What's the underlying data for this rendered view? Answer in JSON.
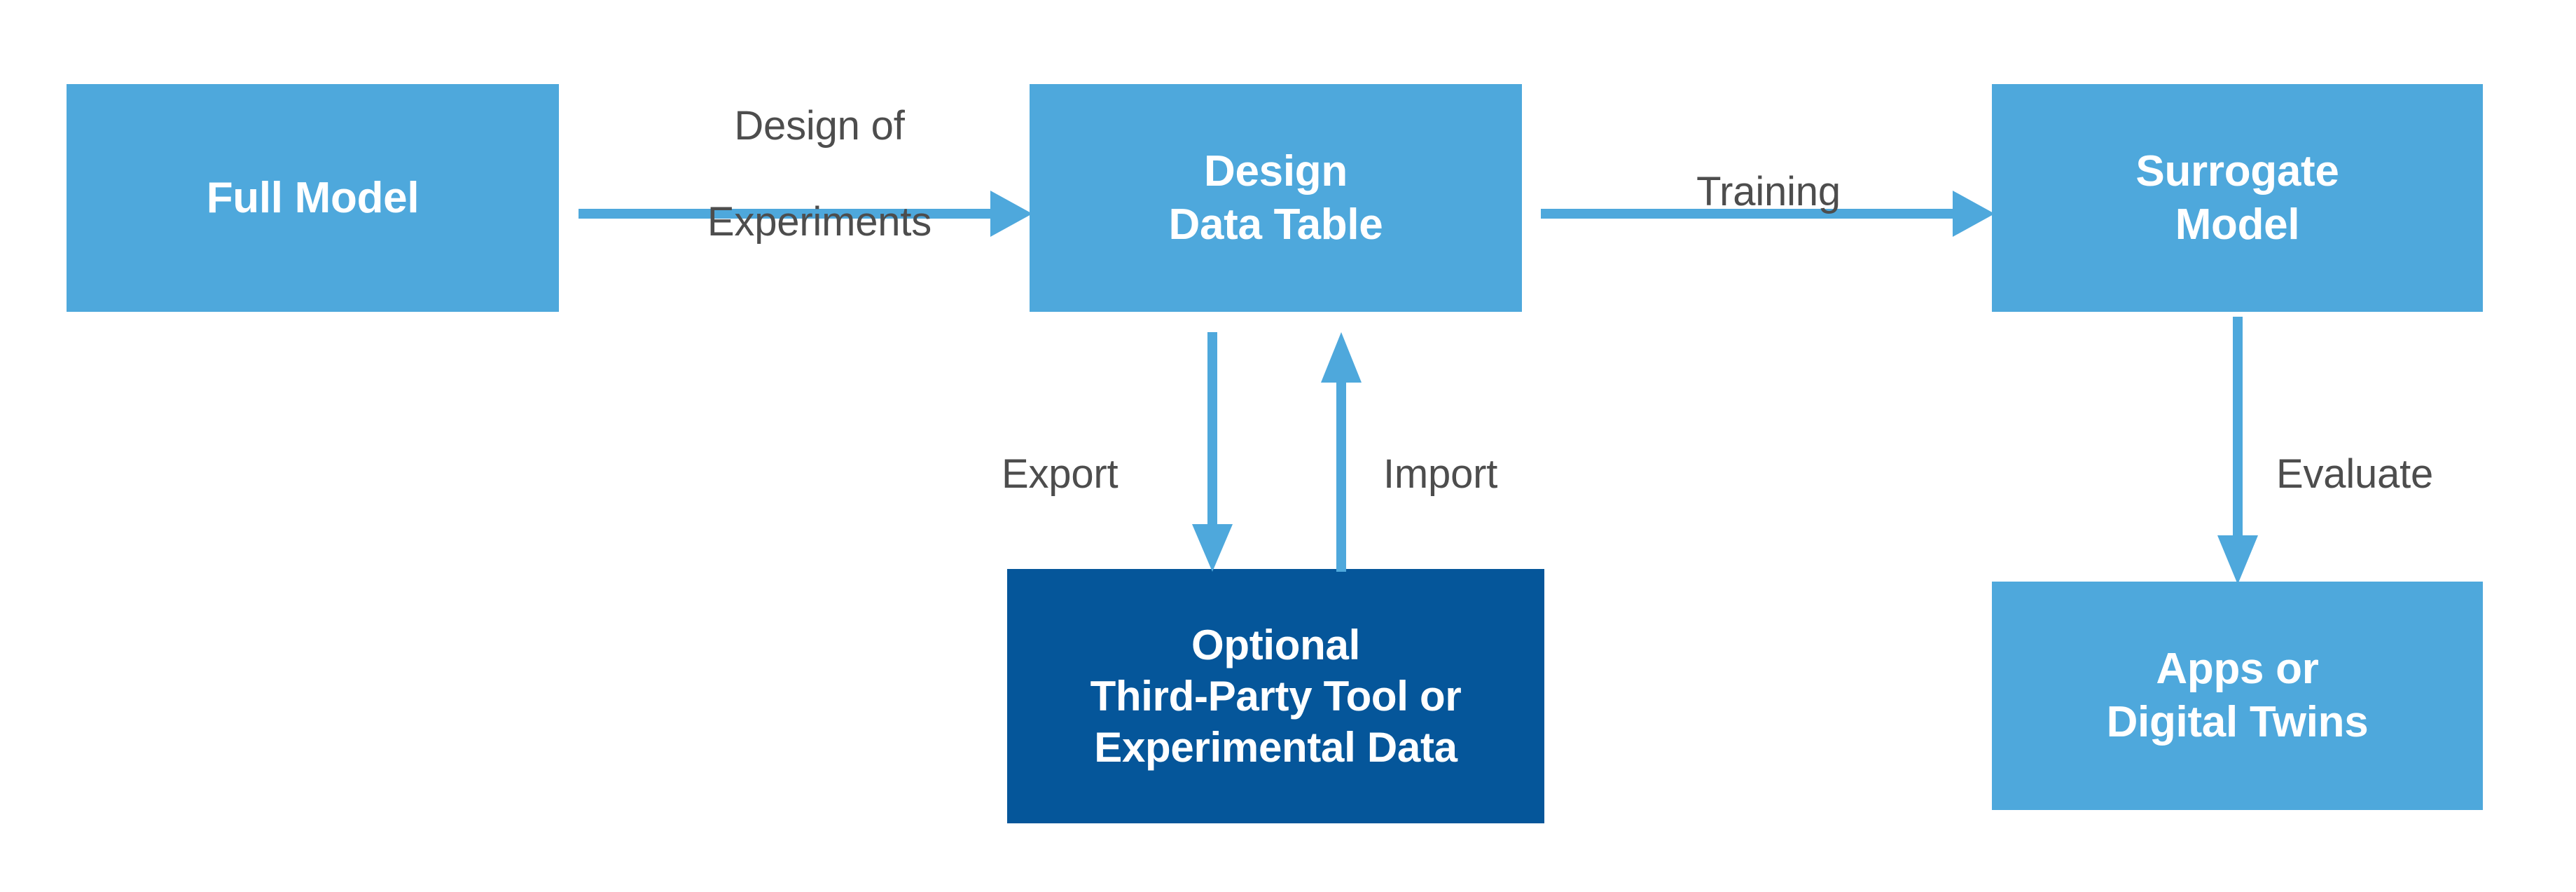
{
  "diagram": {
    "title": "Surrogate Model Workflow",
    "colors": {
      "node_light": "#4ea8dc",
      "node_dark": "#05569a",
      "arrow": "#4ea8dc",
      "label_text": "#4d4d4d",
      "node_text": "#ffffff",
      "background": "#ffffff"
    },
    "nodes": [
      {
        "id": "full-model",
        "label": "Full Model",
        "line1": "Full Model",
        "line2": "",
        "line3": "",
        "style": "light"
      },
      {
        "id": "design-table",
        "label": "Design Data Table",
        "line1": "Design",
        "line2": "Data Table",
        "line3": "",
        "style": "light"
      },
      {
        "id": "surrogate-model",
        "label": "Surrogate Model",
        "line1": "Surrogate",
        "line2": "Model",
        "line3": "",
        "style": "light"
      },
      {
        "id": "optional-tool",
        "label": "Optional Third-Party Tool or Experimental Data",
        "line1": "Optional",
        "line2": "Third-Party Tool or",
        "line3": "Experimental Data",
        "style": "dark"
      },
      {
        "id": "apps-twins",
        "label": "Apps or Digital Twins",
        "line1": "Apps or",
        "line2": "Digital Twins",
        "line3": "",
        "style": "light"
      }
    ],
    "edges": [
      {
        "id": "doe",
        "label": "Design of Experiments",
        "line1": "Design of",
        "line2": "Experiments",
        "from": "full-model",
        "to": "design-table",
        "direction": "right"
      },
      {
        "id": "training",
        "label": "Training",
        "line1": "Training",
        "line2": "",
        "from": "design-table",
        "to": "surrogate-model",
        "direction": "right"
      },
      {
        "id": "export",
        "label": "Export",
        "line1": "Export",
        "line2": "",
        "from": "design-table",
        "to": "optional-tool",
        "direction": "down"
      },
      {
        "id": "import",
        "label": "Import",
        "line1": "Import",
        "line2": "",
        "from": "optional-tool",
        "to": "design-table",
        "direction": "up"
      },
      {
        "id": "evaluate",
        "label": "Evaluate",
        "line1": "Evaluate",
        "line2": "",
        "from": "surrogate-model",
        "to": "apps-twins",
        "direction": "down"
      }
    ]
  }
}
